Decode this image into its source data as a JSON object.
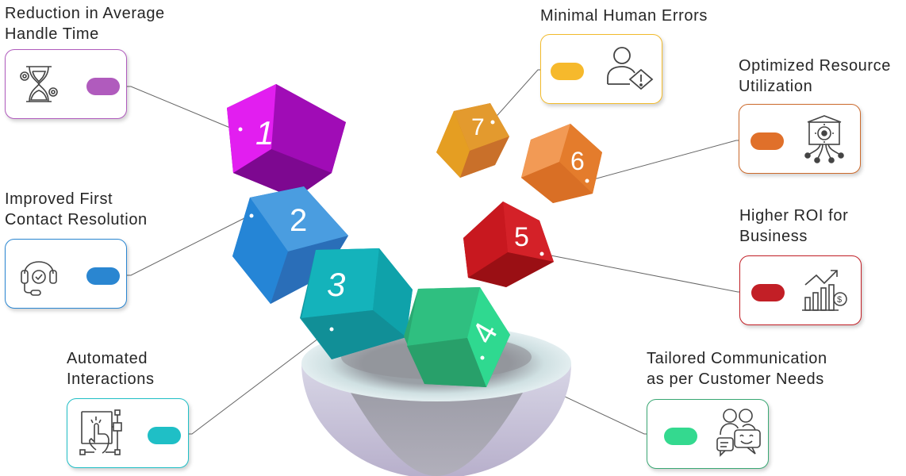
{
  "items": [
    {
      "number": "1",
      "title": "Reduction in Average Handle Time",
      "line1": "Reduction in Average",
      "line2": "Handle Time",
      "color": "#b05bbd",
      "icon": "hourglass-gears-icon"
    },
    {
      "number": "2",
      "title": "Improved First Contact Resolution",
      "line1": "Improved First",
      "line2": "Contact Resolution",
      "color": "#2a86d1",
      "icon": "headset-check-icon"
    },
    {
      "number": "3",
      "title": "Automated Interactions",
      "line1": "Automated",
      "line2": "Interactions",
      "color": "#1fbfc6",
      "icon": "touch-workflow-icon"
    },
    {
      "number": "4",
      "title": "Tailored Communication as per Customer Needs",
      "line1": "Tailored Communication",
      "line2": "as per Customer Needs",
      "color": "#34d98f",
      "icon": "users-chat-icon"
    },
    {
      "number": "5",
      "title": "Higher ROI for Business",
      "line1": "Higher ROI for",
      "line2": "Business",
      "color": "#c21f26",
      "icon": "growth-chart-dollar-icon"
    },
    {
      "number": "6",
      "title": "Optimized Resource Utilization",
      "line1": "Optimized Resource",
      "line2": "Utilization",
      "color": "#e0702a",
      "icon": "gear-network-icon"
    },
    {
      "number": "7",
      "title": "Minimal Human Errors",
      "line1": "Minimal Human Errors",
      "line2": "",
      "color": "#f6b92c",
      "icon": "user-warning-icon"
    }
  ]
}
